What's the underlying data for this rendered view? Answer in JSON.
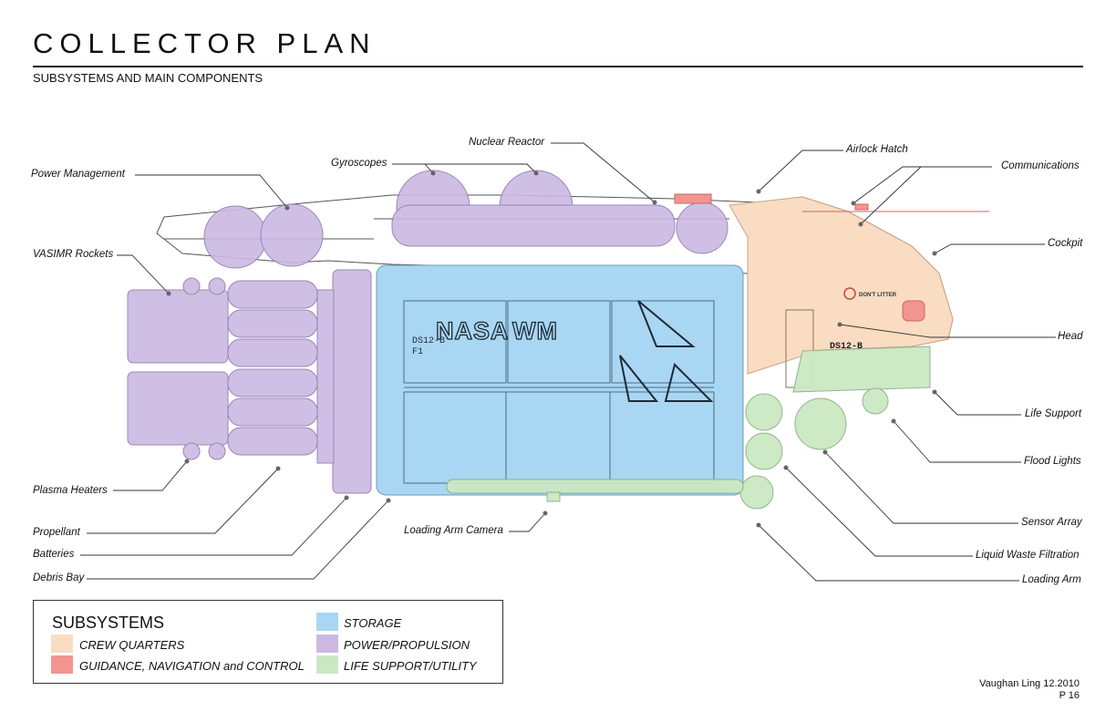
{
  "header": {
    "title": "COLLECTOR PLAN",
    "subtitle": "SUBSYSTEMS AND MAIN COMPONENTS"
  },
  "labels": {
    "nuclear_reactor": "Nuclear Reactor",
    "gyroscopes": "Gyroscopes",
    "power_management": "Power Management",
    "airlock_hatch": "Airlock Hatch",
    "communications": "Communications",
    "cockpit": "Cockpit",
    "vasimr_rockets": "VASIMR Rockets",
    "head": "Head",
    "life_support": "Life Support",
    "flood_lights": "Flood Lights",
    "sensor_array": "Sensor Array",
    "liquid_waste_filtration": "Liquid Waste Filtration",
    "loading_arm": "Loading Arm",
    "loading_arm_camera": "Loading Arm Camera",
    "plasma_heaters": "Plasma Heaters",
    "propellant": "Propellant",
    "batteries": "Batteries",
    "debris_bay": "Debris Bay"
  },
  "ship_markings": {
    "agency": "NASA",
    "operator": "WM",
    "registration": "DS12-B",
    "unit": "F1",
    "registration_alt": "DS12-B",
    "recycle_badge": "DON'T LITTER"
  },
  "legend": {
    "title": "SUBSYSTEMS",
    "items": [
      {
        "label": "CREW QUARTERS",
        "color": "#fadcc2"
      },
      {
        "label": "GUIDANCE, NAVIGATION and CONTROL",
        "color": "#f4948e"
      },
      {
        "label": "STORAGE",
        "color": "#a9d6f2"
      },
      {
        "label": "POWER/PROPULSION",
        "color": "#cbb9e2"
      },
      {
        "label": "LIFE SUPPORT/UTILITY",
        "color": "#cbe8c4"
      }
    ]
  },
  "credit": {
    "author": "Vaughan Ling 12.2010",
    "page": "P 16"
  }
}
